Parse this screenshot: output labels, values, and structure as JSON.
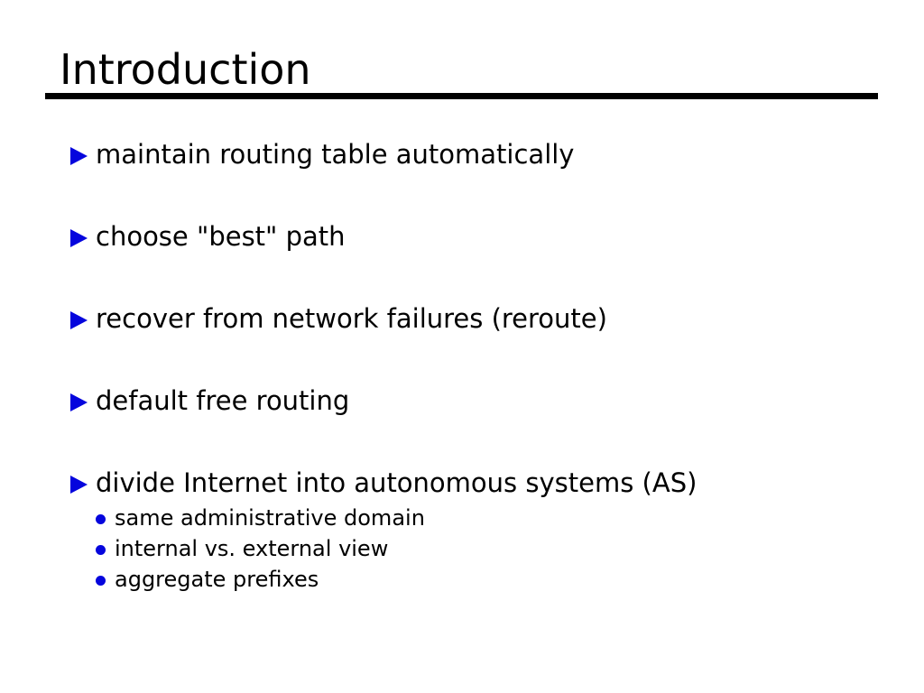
{
  "slide": {
    "title": "Introduction",
    "bullets": [
      {
        "label": "maintain routing table automatically"
      },
      {
        "label": "choose \"best\" path"
      },
      {
        "label": "recover from network failures (reroute)"
      },
      {
        "label": "default free routing"
      },
      {
        "label": "divide Internet into autonomous systems (AS)"
      }
    ],
    "sub_bullets": [
      {
        "label": "same administrative domain"
      },
      {
        "label": "internal vs. external view"
      },
      {
        "label": "aggregate prefixes"
      }
    ],
    "colors": {
      "marker_blue": "#0505dd",
      "text": "#000000",
      "rule": "#000000",
      "background": "#ffffff"
    }
  }
}
